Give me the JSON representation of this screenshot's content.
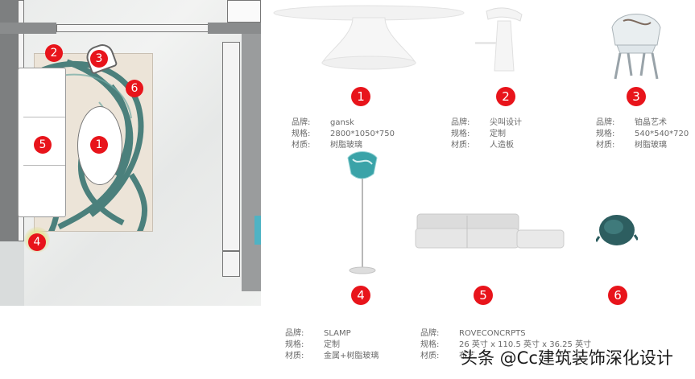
{
  "plan_markers": [
    "1",
    "2",
    "3",
    "4",
    "5",
    "6"
  ],
  "items": [
    {
      "number": "1",
      "brand_label": "品牌:",
      "brand": "gansk",
      "size_label": "规格:",
      "size": "2800*1050*750",
      "material_label": "材质:",
      "material": "树脂玻璃"
    },
    {
      "number": "2",
      "brand_label": "品牌:",
      "brand": "尖叫设计",
      "size_label": "规格:",
      "size": "定制",
      "material_label": "材质:",
      "material": "人造板"
    },
    {
      "number": "3",
      "brand_label": "品牌:",
      "brand": "铂晶艺术",
      "size_label": "规格:",
      "size": "540*540*720",
      "material_label": "材质:",
      "material": "树脂玻璃"
    },
    {
      "number": "4",
      "brand_label": "品牌:",
      "brand": "SLAMP",
      "size_label": "规格:",
      "size": "定制",
      "material_label": "材质:",
      "material": "金属+树脂玻璃"
    },
    {
      "number": "5",
      "brand_label": "品牌:",
      "brand": "ROVECONCRPTS",
      "size_label": "规格:",
      "size": "26 英寸 x 110.5 英寸 x 36.25 英寸",
      "material_label": "材质:",
      "material": "布艺"
    },
    {
      "number": "6"
    }
  ],
  "watermark": "头条 @Cc建筑装饰深化设计",
  "colors": {
    "marker": "#e8141b",
    "rug_pattern": "#2f6f6c",
    "text": "#6a6a6a"
  }
}
